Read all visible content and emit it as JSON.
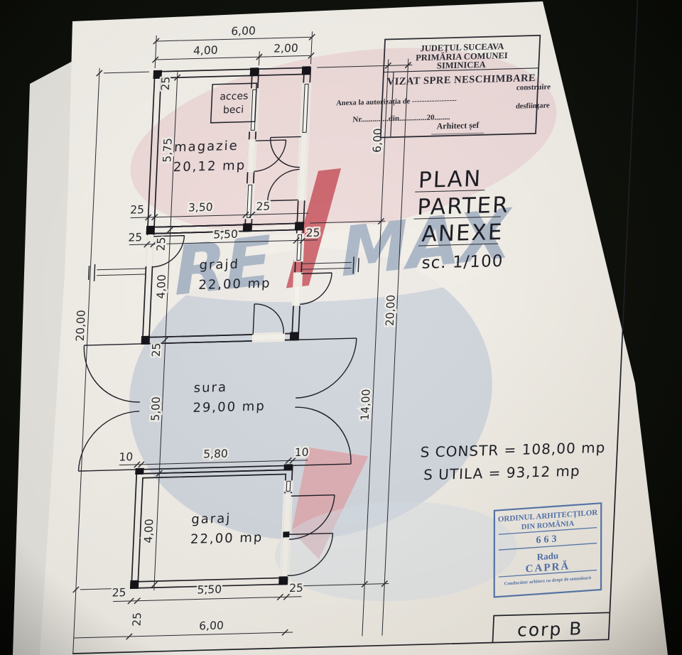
{
  "official_stamp": {
    "line1": "JUDEȚUL SUCEAVA",
    "line2": "PRIMĂRIA COMUNEI",
    "line3": "SIMINICEA",
    "vizat": "VIZAT SPRE NESCHIMBARE",
    "construire": "construire",
    "anexa": "Anexa la autorizația de ------------------",
    "desfiintare": "desființare",
    "nr_line": "Nr..............din..............20........",
    "arhitect": "Arhitect șef",
    "dots": "....................................."
  },
  "title_block": {
    "line1": "PLAN",
    "line2": "PARTER",
    "line3": "ANEXE",
    "scale": "sc. 1/100"
  },
  "areas": {
    "constr": "S  CONSTR = 108,00 mp",
    "utila": "S  UTILA = 93,12 mp"
  },
  "rooms": [
    {
      "name": "magazie",
      "area": "20,12 mp"
    },
    {
      "name": "grajd",
      "area": "22,00 mp"
    },
    {
      "name": "sura",
      "area": "29,00 mp"
    },
    {
      "name": "garaj",
      "area": "22,00 mp"
    }
  ],
  "access_box": {
    "line1": "acces",
    "line2": "beci"
  },
  "dims": {
    "d600": "6,00",
    "d400": "4,00",
    "d200": "2,00",
    "d25": "25",
    "d10": "10",
    "d350": "3,50",
    "d550": "5,50",
    "d575": "5,75",
    "d580": "5,80",
    "d500": "5,00",
    "d1400": "14,00",
    "d2000": "20,00"
  },
  "corp_label": "corp B",
  "watermark": {
    "re": "RE",
    "max": "MAX"
  },
  "architect_stamp": {
    "line1": "ORDINUL ARHITECȚILOR",
    "line2": "DIN ROMÂNIA",
    "number": "663",
    "first_name": "Radu",
    "last_name": "CAPRĂ",
    "footer": "Conducător arhitect cu drept de semnătură"
  },
  "colors": {
    "paper": "#f5f2ec",
    "ink": "#202027",
    "stamp_blue": "#3f63a4",
    "watermark_gray": "#9dadc1",
    "watermark_red": "#c4434e",
    "background": "#0a0c08"
  }
}
